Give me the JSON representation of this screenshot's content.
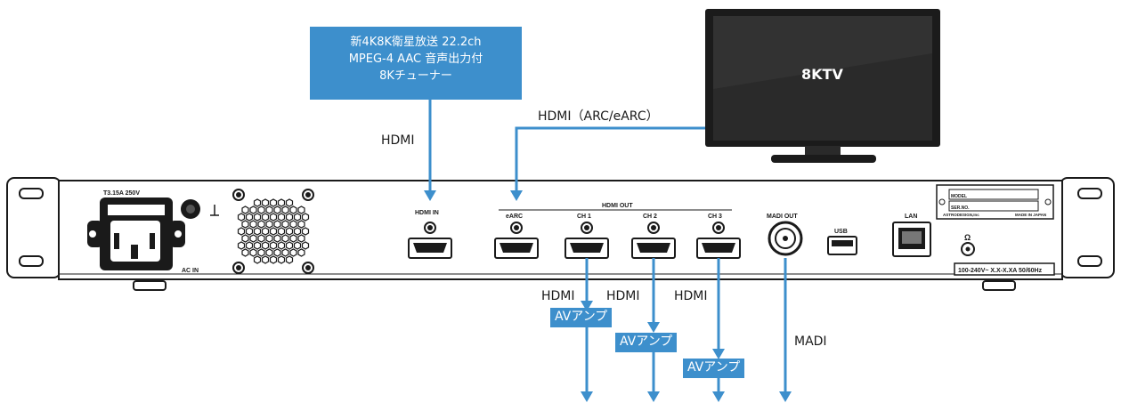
{
  "tuner": {
    "lines": [
      "新4K8K衛星放送 22.2ch",
      "MPEG-4 AAC 音声出力付",
      "8Kチューナー"
    ]
  },
  "tv": {
    "label": "8KTV"
  },
  "connections": {
    "hdmi_in_label": "HDMI",
    "arc_label": "HDMI（ARC/eARC）",
    "ch1_label": "HDMI",
    "ch2_label": "HDMI",
    "ch3_label": "HDMI",
    "madi_label": "MADI"
  },
  "amps": {
    "ch1": "AVアンプ",
    "ch2": "AVアンプ",
    "ch3": "AVアンプ"
  },
  "device": {
    "fuse_label": "T3.15A 250V",
    "ac_in_label": "AC IN",
    "hdmi_in_port_label": "HDMI IN",
    "hdmi_out_group_label": "HDMI OUT",
    "earc_port_label": "eARC",
    "ch1_port_label": "CH 1",
    "ch2_port_label": "CH 2",
    "ch3_port_label": "CH 3",
    "madi_out_port_label": "MADI OUT",
    "usb_port_label": "USB",
    "lan_port_label": "LAN",
    "headphone_symbol": "Ω",
    "model_label": "MODEL",
    "serno_label": "SER.NO.",
    "maker_label": "ASTRODESIGN,Inc",
    "made_in_label": "MADE IN JAPAN",
    "rating_label": "100-240V~ X.X-X.XA 50/60Hz"
  },
  "colors": {
    "accent": "#3d8fcc",
    "device_dark": "#1a1a1a"
  }
}
